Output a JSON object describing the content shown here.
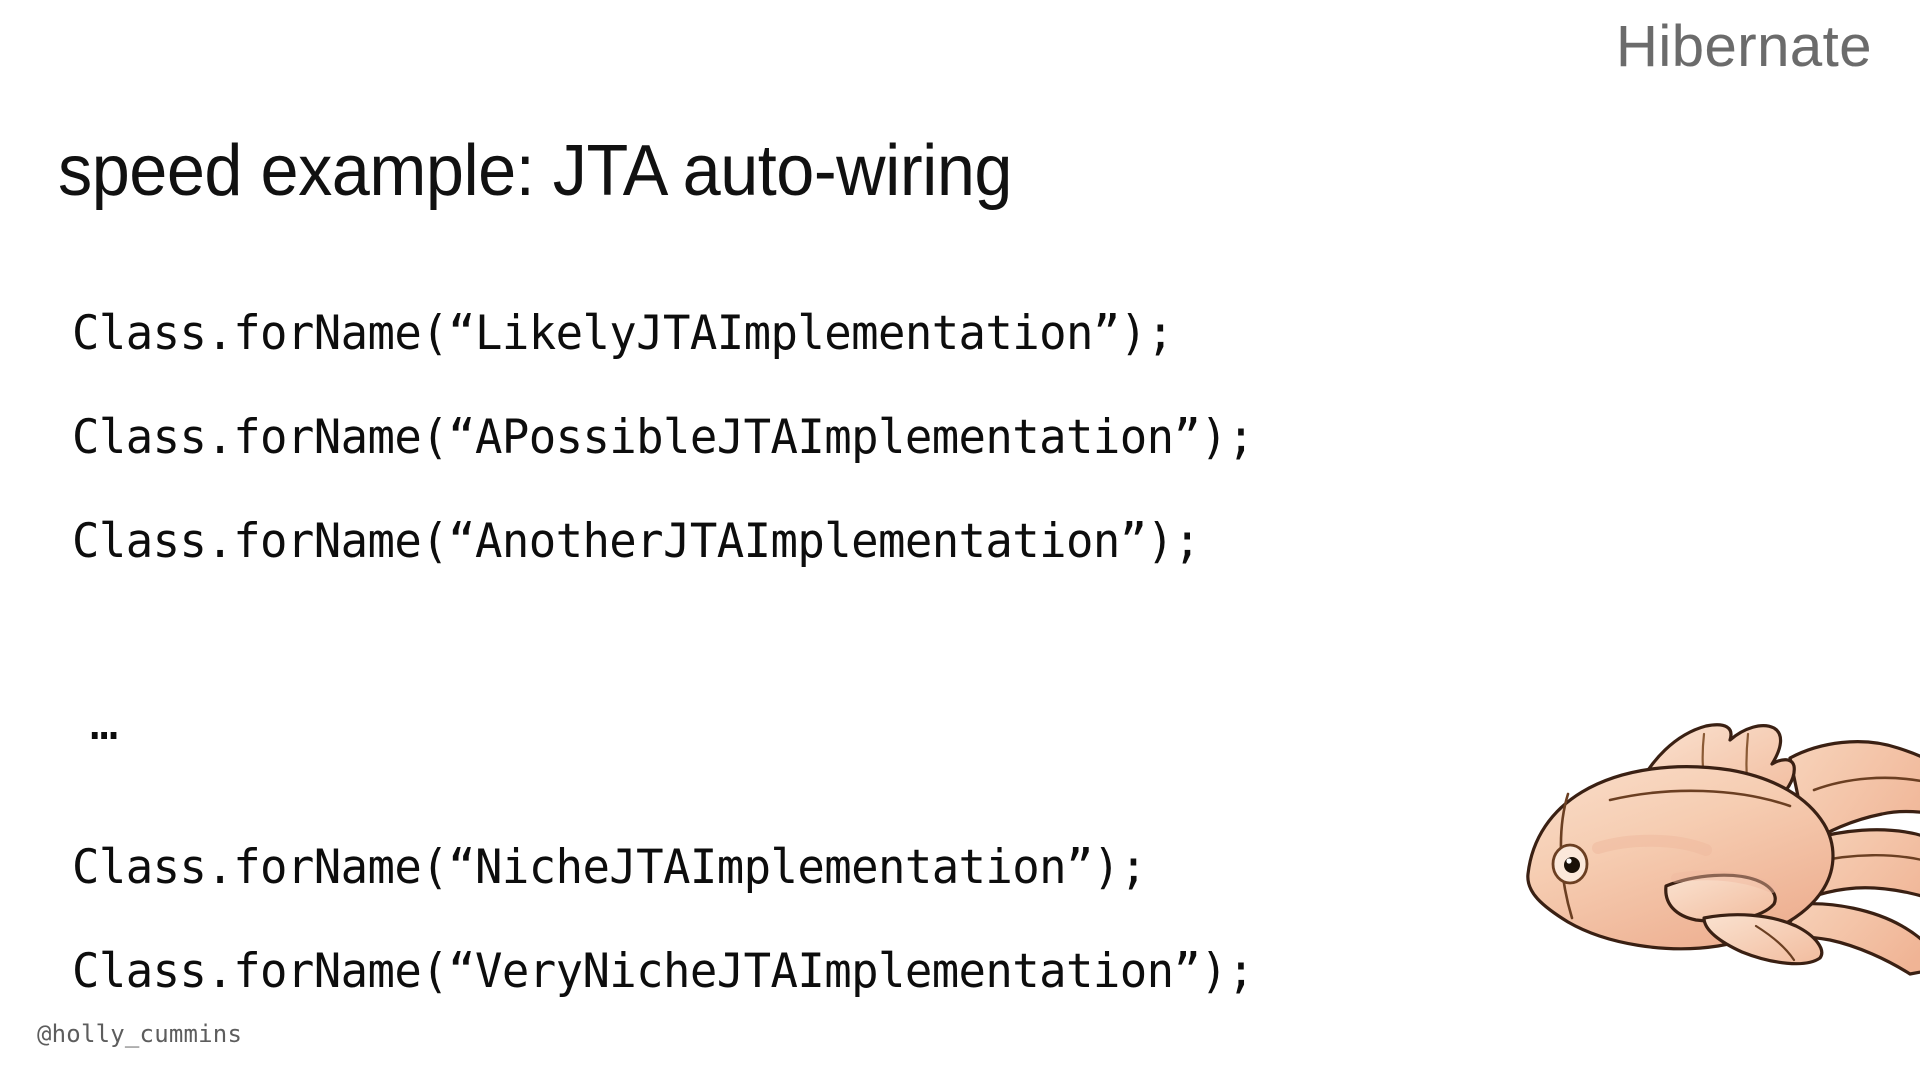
{
  "slide": {
    "brand": "Hibernate",
    "title": "speed example: JTA auto-wiring",
    "handle": "@holly_cummins",
    "background_color": "#ffffff",
    "title_color": "#111111",
    "brand_color": "#6b6b6b",
    "handle_color": "#5d5d5d",
    "code_color": "#0d0d0d"
  },
  "code": {
    "group_one": [
      "Class.forName(“LikelyJTAImplementation”);",
      "Class.forName(“APossibleJTAImplementation”);",
      "Class.forName(“AnotherJTAImplementation”);"
    ],
    "ellipsis": "…",
    "group_two": [
      "Class.forName(“NicheJTAImplementation”);",
      "Class.forName(“VeryNicheJTAImplementation”);"
    ]
  },
  "illustration": {
    "name": "goldfish-drawing",
    "description": "hand-drawn peach goldfish facing left, tail off right edge",
    "body_color": "#f6cdb2",
    "body_shade": "#f0b193",
    "outline_color": "#3a2013",
    "fin_color": "#f8d8c2",
    "eye_color": "#1a1108"
  }
}
